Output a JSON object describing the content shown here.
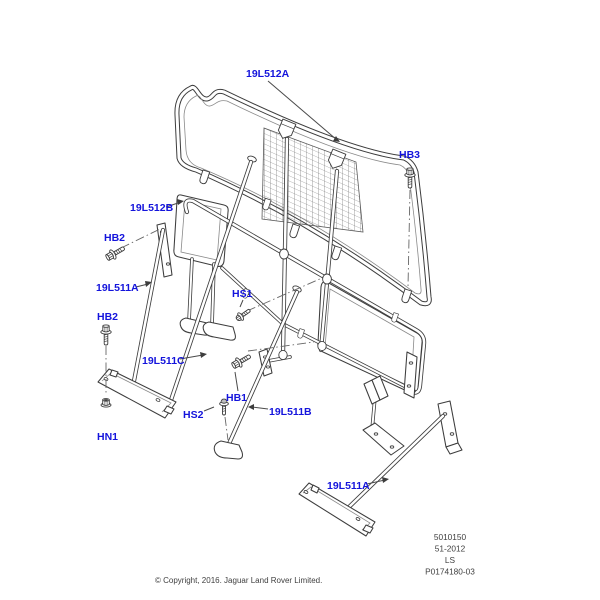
{
  "callouts": {
    "upper_panel": "19L512A",
    "lower_panel": "19L512B",
    "left_stay": "19L511A",
    "bottom_stay": "19L511A",
    "long_brace": "19L511C",
    "right_brace": "19L511B",
    "bolt_top_right": "HB3",
    "bolt_left_upper": "HB2",
    "bolt_left_lower": "HB2",
    "bolt_center": "HB1",
    "screw_center": "HS1",
    "screw_bottom": "HS2",
    "nut_bottom_left": "HN1"
  },
  "footer": {
    "ref_lines": [
      "5010150",
      "51-2012",
      "LS",
      "P0174180-03"
    ],
    "copyright": "© Copyright, 2016. Jaguar Land Rover Limited."
  },
  "colors": {
    "callout_text": "#1414dc",
    "line_art": "#3d3d3d",
    "footer_text": "#3f3f3f",
    "background": "#ffffff"
  }
}
